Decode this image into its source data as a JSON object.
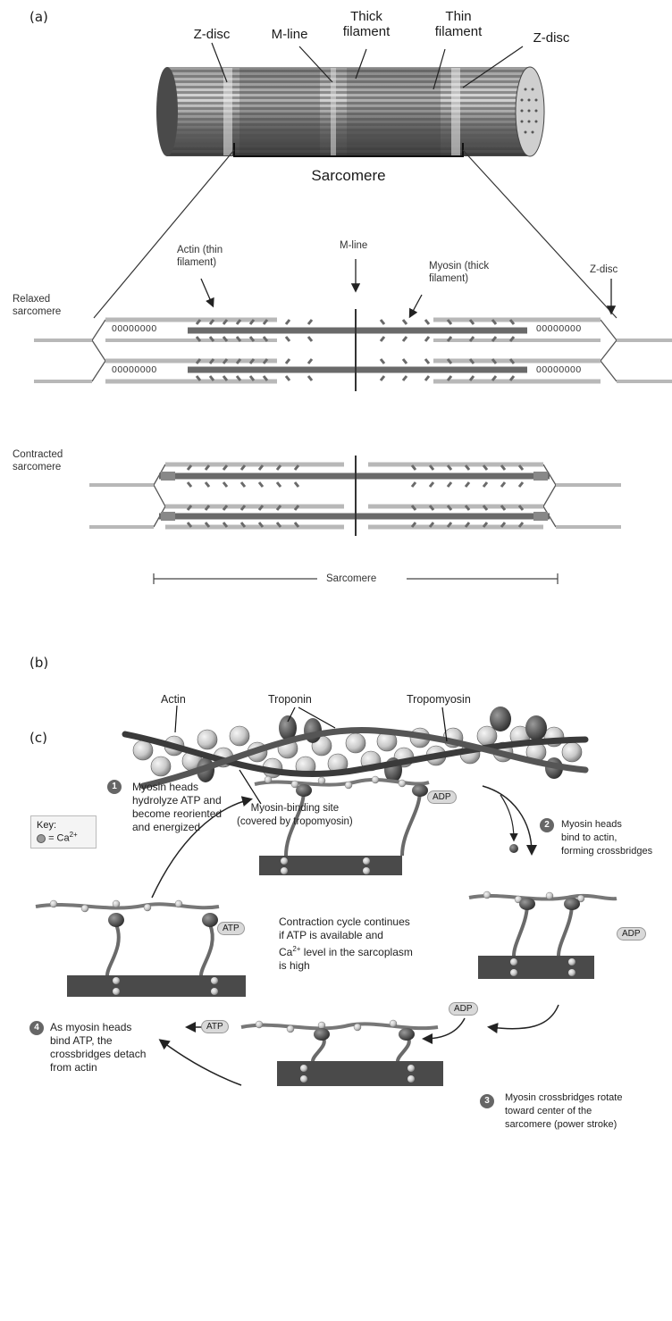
{
  "panel_a": {
    "label": "(a)",
    "top_labels": {
      "z_disc_left": "Z-disc",
      "m_line": "M-line",
      "thick_filament": "Thick\nfilament",
      "thin_filament": "Thin\nfilament",
      "z_disc_right": "Z-disc"
    },
    "sarcomere_bracket": "Sarcomere",
    "actin": "Actin (thin\nfilament)",
    "m_line_2": "M-line",
    "myosin": "Myosin (thick\nfilament)",
    "z_disc_2": "Z-disc",
    "relaxed": "Relaxed\nsarcomere",
    "contracted": "Contracted\nsarcomere",
    "sarcomere_bottom": "Sarcomere",
    "z_band_text": "00000000"
  },
  "panel_b": {
    "label": "(b)",
    "actin": "Actin",
    "troponin": "Troponin",
    "tropomyosin": "Tropomyosin",
    "binding_site": "Myosin-binding site\n(covered by tropomyosin)"
  },
  "panel_c": {
    "label": "(c)",
    "key_title": "Key:",
    "key_item": "= Ca",
    "key_sup": "2+",
    "step1_num": "1",
    "step1": "Myosin heads\nhydrolyze ATP and\nbecome reoriented\nand energized",
    "step2_num": "2",
    "step2": "Myosin heads\nbind to actin,\nforming crossbridges",
    "step3_num": "3",
    "step3": "Myosin crossbridges rotate\ntoward center of the\nsarcomere (power stroke)",
    "step4_num": "4",
    "step4": "As myosin heads\nbind ATP, the\ncrossbridges detach\nfrom actin",
    "center": "Contraction cycle continues\nif ATP is available and\nCa",
    "center_sup": "2+",
    "center_tail": " level in the sarcoplasm\nis high",
    "adp": "ADP",
    "atp": "ATP"
  }
}
